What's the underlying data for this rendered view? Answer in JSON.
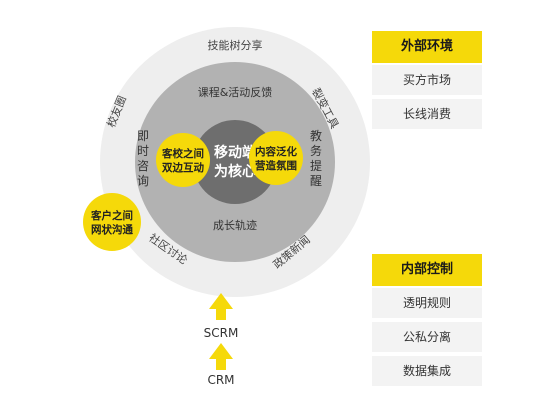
{
  "diagram": {
    "outer_ring": {
      "top": "技能树分享",
      "right_top": "裂变工具",
      "left_top": "校友圈",
      "bottom_left": "社区讨论",
      "bottom_right": "政策新闻"
    },
    "middle_ring": {
      "top": "课程&活动反馈",
      "left": [
        "即",
        "时",
        "咨",
        "询"
      ],
      "right": [
        "教",
        "务",
        "提",
        "醒"
      ],
      "bottom": "成长轨迹"
    },
    "core": {
      "line1": "移动端",
      "line2": "为核心"
    },
    "left_bubble": {
      "line1": "客校之间",
      "line2": "双边互动"
    },
    "right_bubble": {
      "line1": "内容泛化",
      "line2": "营造氛围"
    },
    "outer_bubble": {
      "line1": "客户之间",
      "line2": "网状沟通"
    },
    "arrows": {
      "upper_label": "SCRM",
      "lower_label": "CRM"
    }
  },
  "panels": {
    "external": {
      "title": "外部环境",
      "items": [
        "买方市场",
        "长线消费"
      ]
    },
    "internal": {
      "title": "内部控制",
      "items": [
        "透明规则",
        "公私分离",
        "数据集成"
      ]
    }
  },
  "colors": {
    "yellow": "#f5d90a",
    "outer_ring": "#eeeeee",
    "middle_ring": "#b2b2b2",
    "core": "#6e6e6e",
    "panel_bg": "#f3f3f3"
  }
}
